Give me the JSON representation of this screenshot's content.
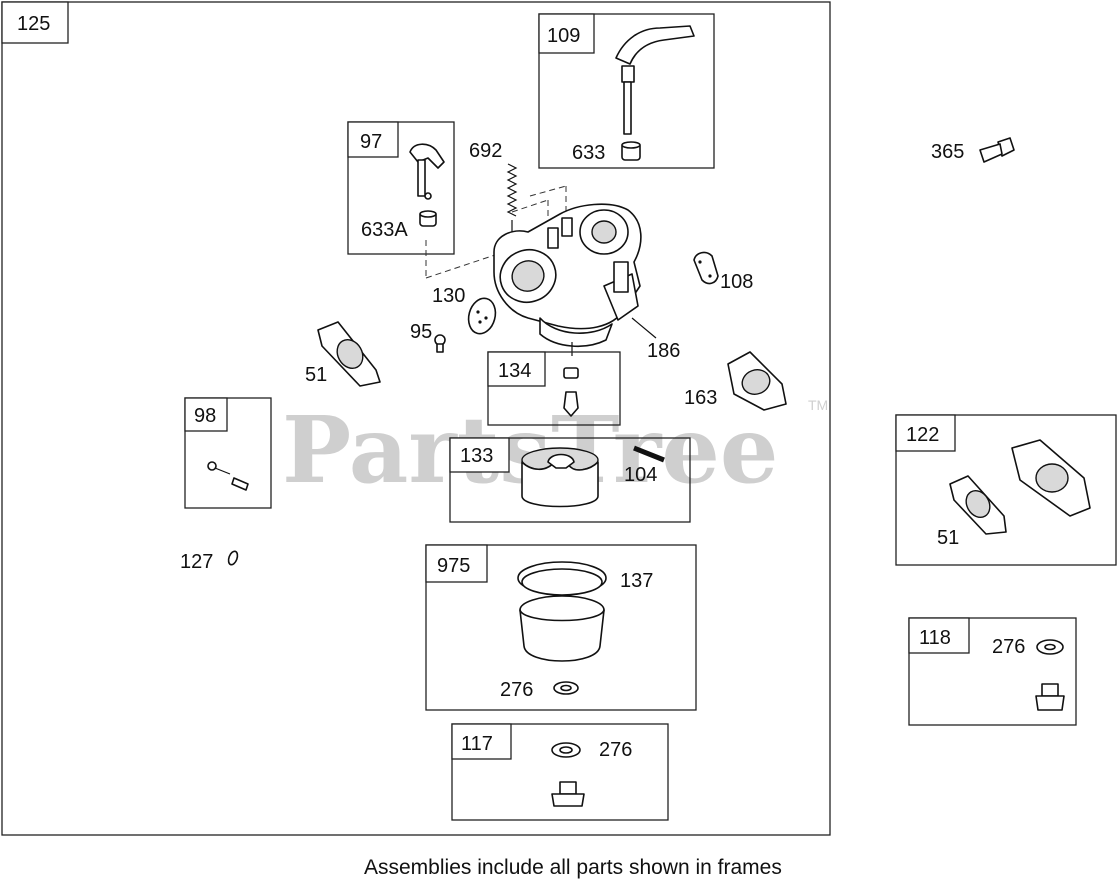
{
  "watermark": {
    "text": "PartsTree",
    "trademark": "TM"
  },
  "footer": "Assemblies include all parts shown in frames",
  "frames": {
    "f125": "125",
    "f109": "109",
    "f97": "97",
    "f134": "134",
    "f98": "98",
    "f133": "133",
    "f975": "975",
    "f117": "117",
    "f122": "122",
    "f118": "118"
  },
  "labels": {
    "l633_109": "633",
    "l692": "692",
    "l633a": "633A",
    "l130": "130",
    "l95": "95",
    "l51_main": "51",
    "l108": "108",
    "l186": "186",
    "l163": "163",
    "l104": "104",
    "l127": "127",
    "l137": "137",
    "l276_975": "276",
    "l276_117": "276",
    "l365": "365",
    "l51_122": "51",
    "l276_118": "276"
  }
}
